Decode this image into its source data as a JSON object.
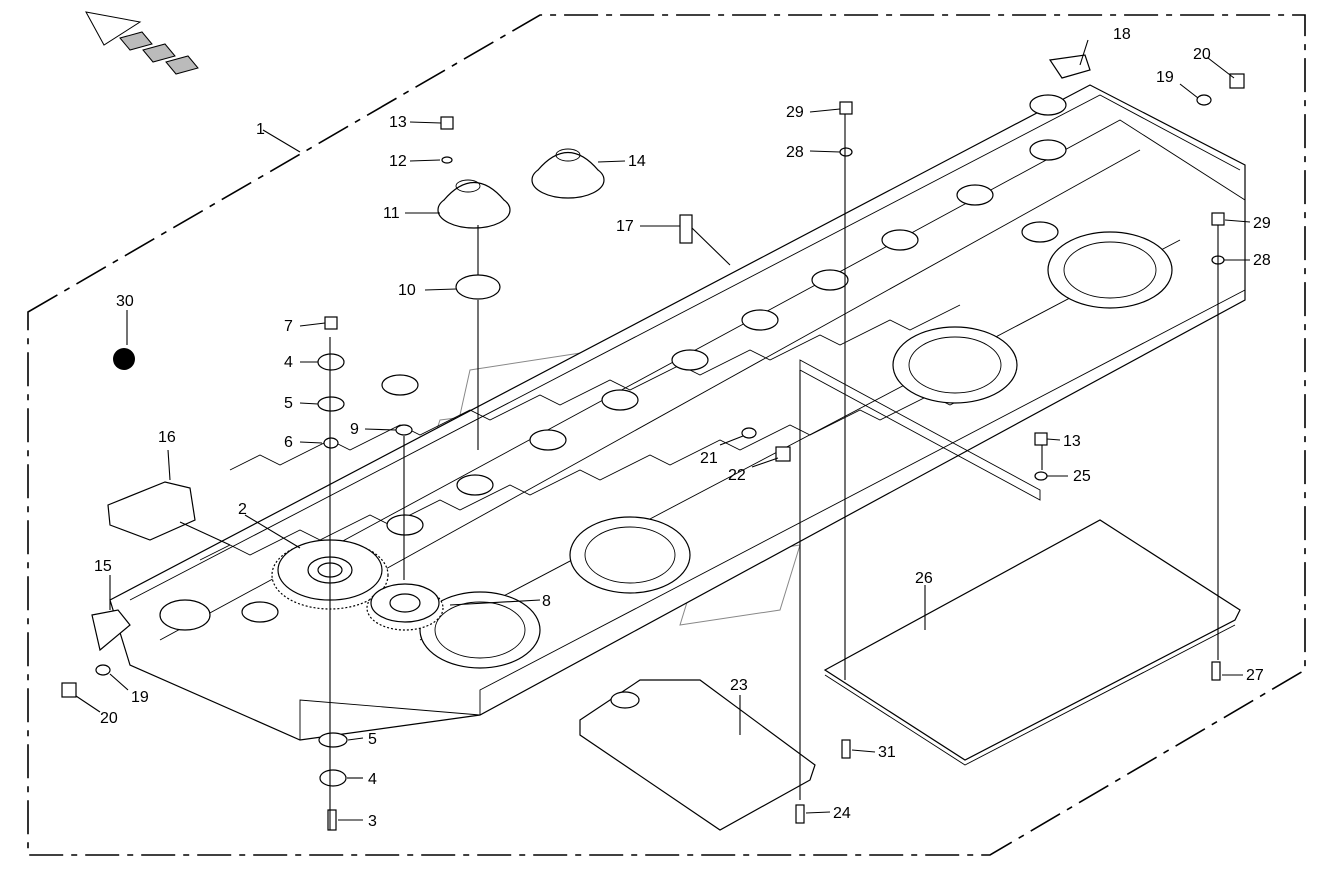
{
  "callouts": [
    {
      "id": "c1",
      "label": "1"
    },
    {
      "id": "c2",
      "label": "2"
    },
    {
      "id": "c3",
      "label": "3"
    },
    {
      "id": "c4a",
      "label": "4"
    },
    {
      "id": "c4b",
      "label": "4"
    },
    {
      "id": "c5a",
      "label": "5"
    },
    {
      "id": "c5b",
      "label": "5"
    },
    {
      "id": "c6",
      "label": "6"
    },
    {
      "id": "c7",
      "label": "7"
    },
    {
      "id": "c8",
      "label": "8"
    },
    {
      "id": "c9",
      "label": "9"
    },
    {
      "id": "c10",
      "label": "10"
    },
    {
      "id": "c11",
      "label": "11"
    },
    {
      "id": "c12",
      "label": "12"
    },
    {
      "id": "c13a",
      "label": "13"
    },
    {
      "id": "c13b",
      "label": "13"
    },
    {
      "id": "c14",
      "label": "14"
    },
    {
      "id": "c15",
      "label": "15"
    },
    {
      "id": "c16",
      "label": "16"
    },
    {
      "id": "c17",
      "label": "17"
    },
    {
      "id": "c18",
      "label": "18"
    },
    {
      "id": "c19a",
      "label": "19"
    },
    {
      "id": "c19b",
      "label": "19"
    },
    {
      "id": "c20a",
      "label": "20"
    },
    {
      "id": "c20b",
      "label": "20"
    },
    {
      "id": "c21",
      "label": "21"
    },
    {
      "id": "c22",
      "label": "22"
    },
    {
      "id": "c23",
      "label": "23"
    },
    {
      "id": "c24",
      "label": "24"
    },
    {
      "id": "c25",
      "label": "25"
    },
    {
      "id": "c26",
      "label": "26"
    },
    {
      "id": "c27",
      "label": "27"
    },
    {
      "id": "c28a",
      "label": "28"
    },
    {
      "id": "c28b",
      "label": "28"
    },
    {
      "id": "c29a",
      "label": "29"
    },
    {
      "id": "c29b",
      "label": "29"
    },
    {
      "id": "c30",
      "label": "30"
    },
    {
      "id": "c31",
      "label": "31"
    }
  ]
}
